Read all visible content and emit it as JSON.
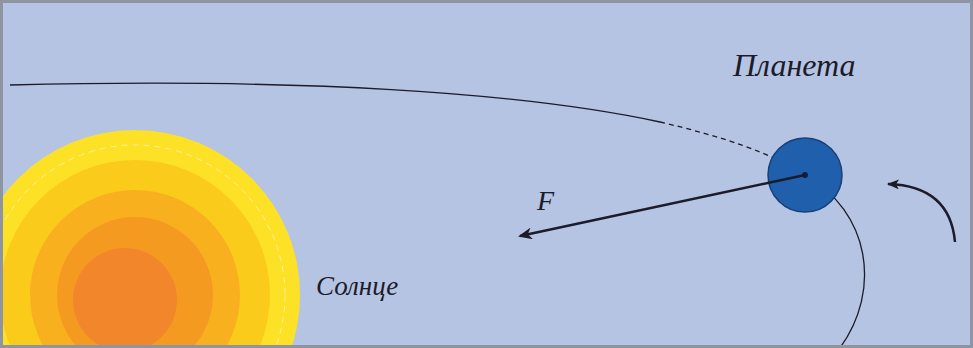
{
  "diagram": {
    "labels": [
      "Планета",
      "F",
      "Солнце"
    ]
  }
}
